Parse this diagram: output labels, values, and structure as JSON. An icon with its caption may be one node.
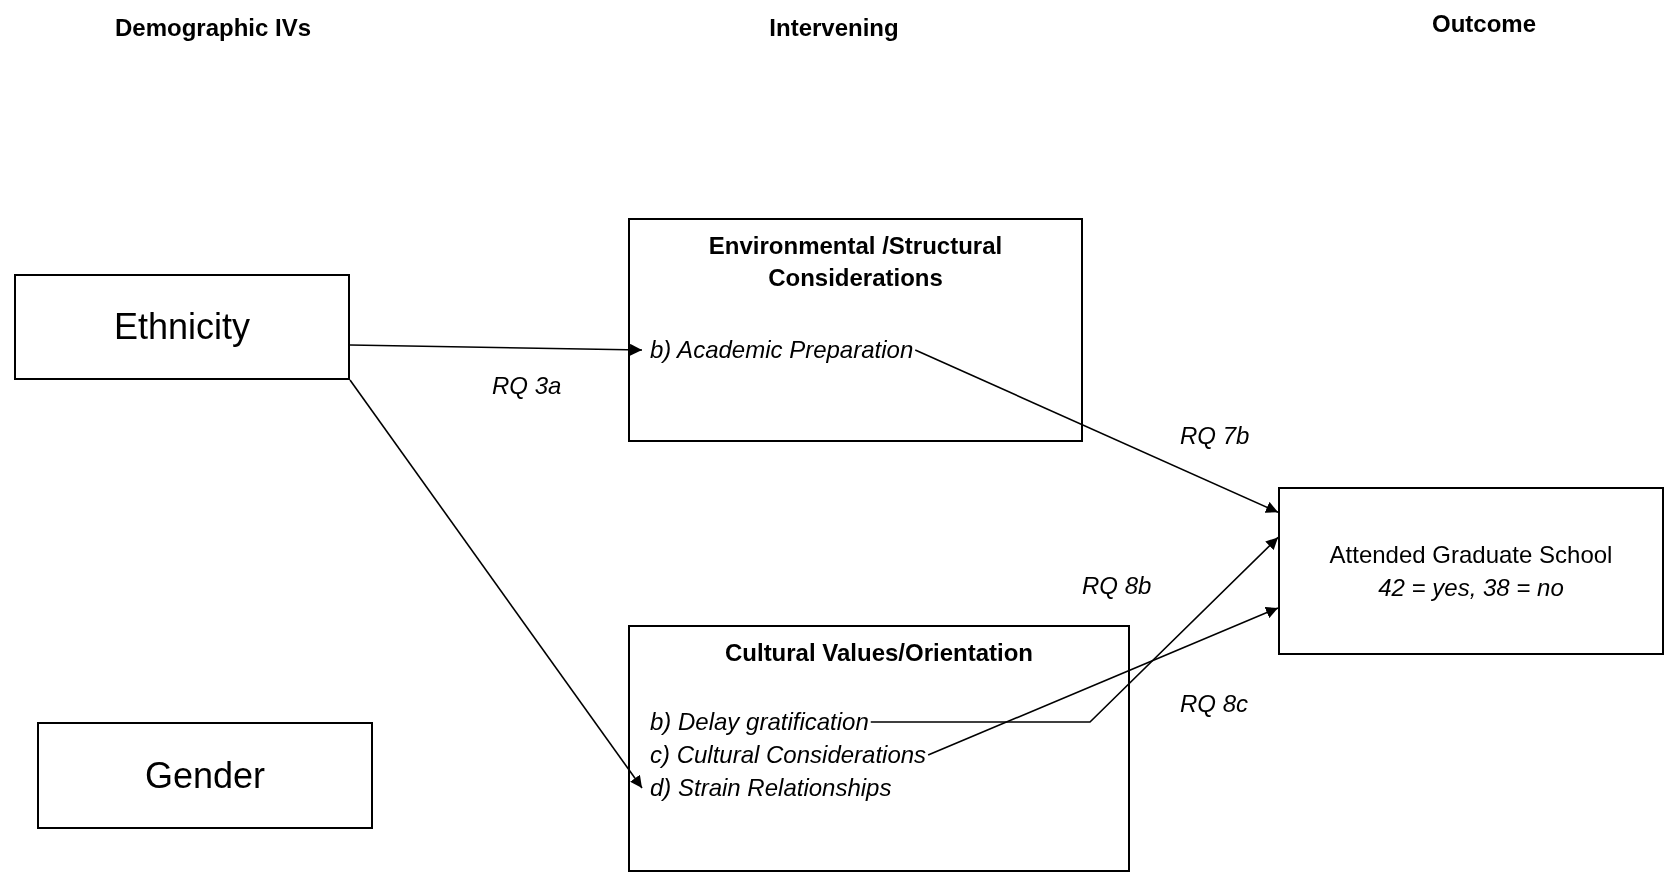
{
  "diagram": {
    "nodes": [
      {
        "text": [
          "Ethnicity"
        ]
      },
      {
        "text": [
          "Environmental /Structural Considerations"
        ]
      },
      {
        "text": [
          "b) Academic Preparation"
        ],
        "in": 1
      },
      {
        "text": [
          "Cultural Values/Orientation"
        ]
      },
      {
        "text": [
          "b) Delay gratification"
        ],
        "in": 3
      },
      {
        "text": [
          "c) Cultural Considerations"
        ],
        "in": 3
      },
      {
        "text": [
          "d) Strain Relationships"
        ],
        "in": 3
      },
      {
        "text": [
          "Gender"
        ]
      },
      {
        "text": [
          "Attended Graduate School",
          "42 = yes, 38 = no"
        ]
      }
    ],
    "edges": [
      {
        "from": 0,
        "to": 2,
        "arrow": "to",
        "label": "RQ 3a"
      },
      {
        "from": 0,
        "to": 6,
        "arrow": "to"
      },
      {
        "from": 2,
        "to": 8,
        "arrow": "to",
        "label": "RQ 7b"
      },
      {
        "from": 4,
        "to": 8,
        "arrow": "to",
        "label": "RQ 8b"
      },
      {
        "from": 5,
        "to": 8,
        "arrow": "to",
        "label": "RQ 8c"
      }
    ],
    "labels": [
      "Demographic IVs",
      "Intervening",
      "Outcome"
    ]
  }
}
